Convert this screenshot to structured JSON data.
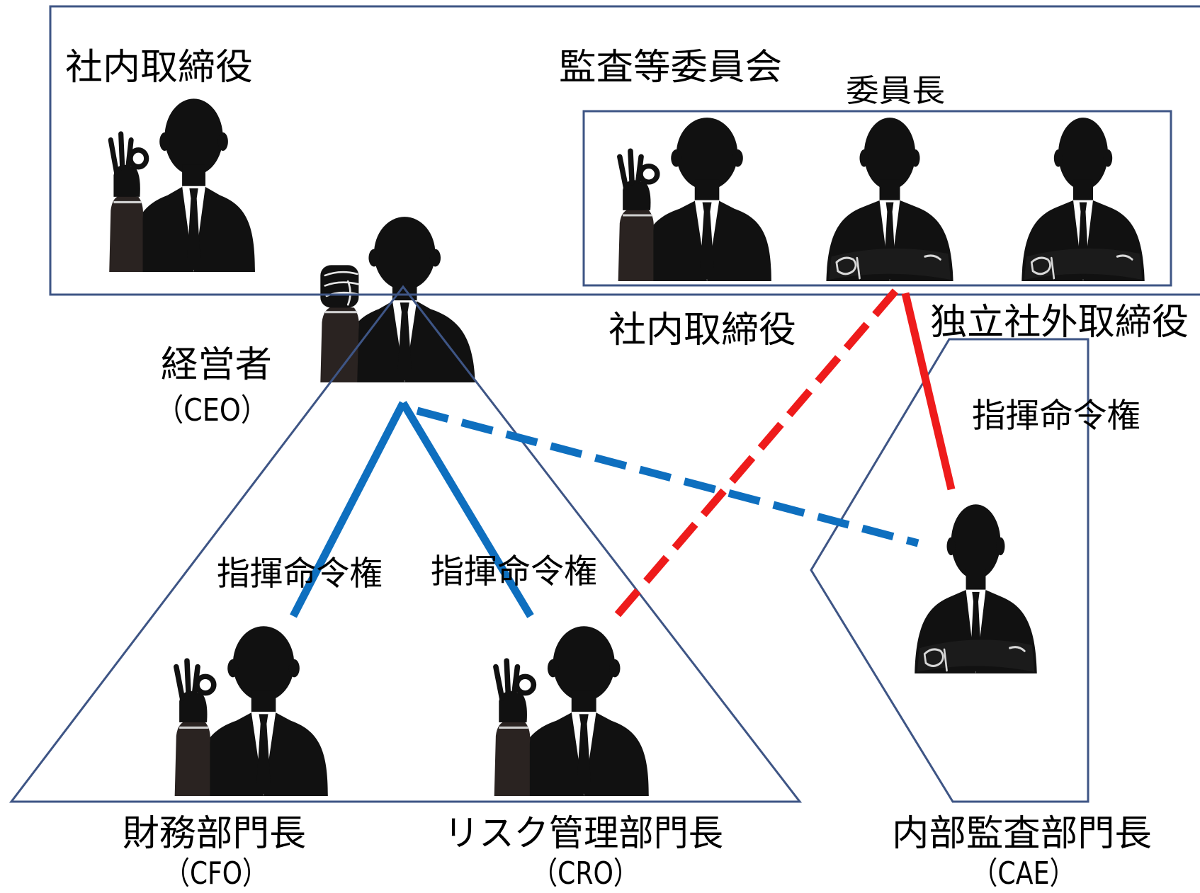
{
  "board": {
    "internal_director_label": "社内取締役",
    "audit_committee_label": "監査等委員会",
    "committee_chair_label": "委員長",
    "committee_internal_director_label": "社内取締役",
    "independent_outside_director_label": "独立社外取締役"
  },
  "ceo": {
    "title": "経営者",
    "abbr": "（CEO）"
  },
  "command_authority": {
    "committee_to_cae_label": "指揮命令権",
    "ceo_to_cfo_label": "指揮命令権",
    "ceo_to_cro_label": "指揮命令権"
  },
  "cfo": {
    "title": "財務部門長",
    "abbr": "（CFO）"
  },
  "cro": {
    "title": "リスク管理部門長",
    "abbr": "（CRO）"
  },
  "cae": {
    "title": "内部監査部門長",
    "abbr": "（CAE）"
  },
  "icons": {
    "board_internal_director": "person-ok-sign-icon",
    "committee_internal_director": "person-ok-sign-icon",
    "committee_chair": "person-arms-crossed-icon",
    "committee_outside_director": "person-arms-crossed-icon",
    "ceo": "person-raised-fist-icon",
    "cfo": "person-ok-sign-icon",
    "cro": "person-ok-sign-icon",
    "cae": "person-arms-crossed-icon"
  },
  "colors": {
    "frame": "#3e5585",
    "command_line": "#0e6fbf",
    "audit_line": "#ee1b1b",
    "silhouette": "#111111",
    "text": "#000000",
    "background": "#ffffff"
  }
}
